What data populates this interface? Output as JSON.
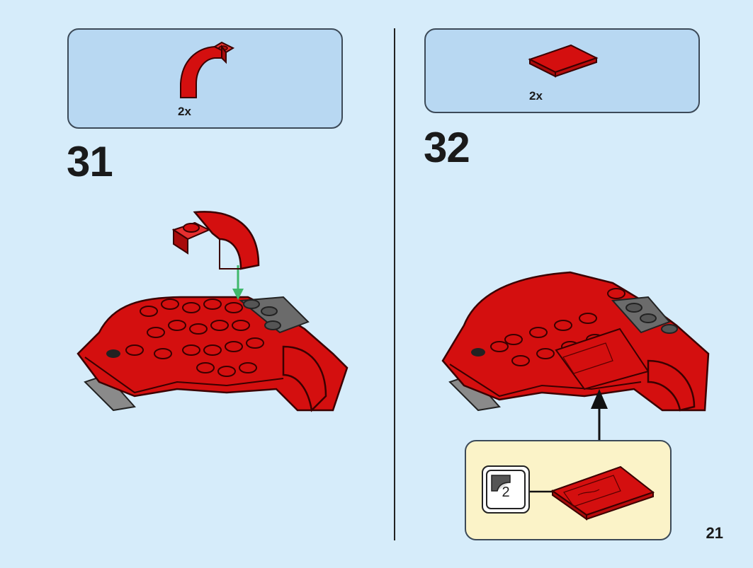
{
  "steps": [
    {
      "number": "31",
      "parts_qty": "2x"
    },
    {
      "number": "32",
      "parts_qty": "2x"
    }
  ],
  "sticker": {
    "count": "2"
  },
  "page_number": "21",
  "colors": {
    "background": "#d6ecfa",
    "parts_box": "#b8d8f2",
    "sticker_box": "#fbf3c8",
    "brick_red": "#d40f0f",
    "brick_gray": "#6b6b6b",
    "arrow_green": "#3fb86b"
  }
}
